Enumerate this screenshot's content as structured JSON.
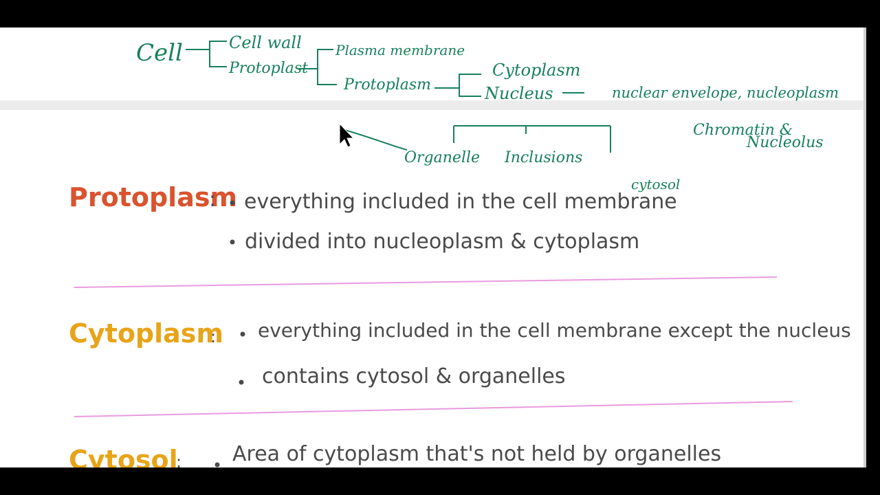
{
  "notes": {
    "cell": "Cell",
    "cell_wall": "Cell wall",
    "protoplast": "Protoplast",
    "plasma_membrane": "Plasma membrane",
    "protoplasm": "Protoplasm",
    "cytoplasm": "Cytoplasm",
    "nucleus": "Nucleus",
    "nuclear_envelope_nucleoplasm": "nuclear envelope, nucleoplasm",
    "chromatin_nucleolus": [
      "Chromatin &",
      "Nucleolus"
    ],
    "organelle": "Organelle",
    "inclusions": "Inclusions",
    "cytosol": "cytosol"
  },
  "terms": [
    {
      "name": "Protoplasm",
      "color": "#d9532e",
      "bullets": [
        "everything included in the cell membrane",
        "divided into nucleoplasm & cytoplasm"
      ]
    },
    {
      "name": "Cytoplasm",
      "color": "#e8a418",
      "bullets": [
        "everything included in the cell membrane except the nucleus",
        "contains cytosol & organelles"
      ]
    },
    {
      "name": "Cytosol",
      "color": "#e8a418",
      "bullets": [
        "Area of cytoplasm that's not held by organelles"
      ]
    }
  ],
  "colors": {
    "green_ink": "#16805a",
    "divider": "#e79be0",
    "page": "#ffffff",
    "band": "#ededed"
  },
  "icons": [
    "cursor-arrow-icon"
  ]
}
